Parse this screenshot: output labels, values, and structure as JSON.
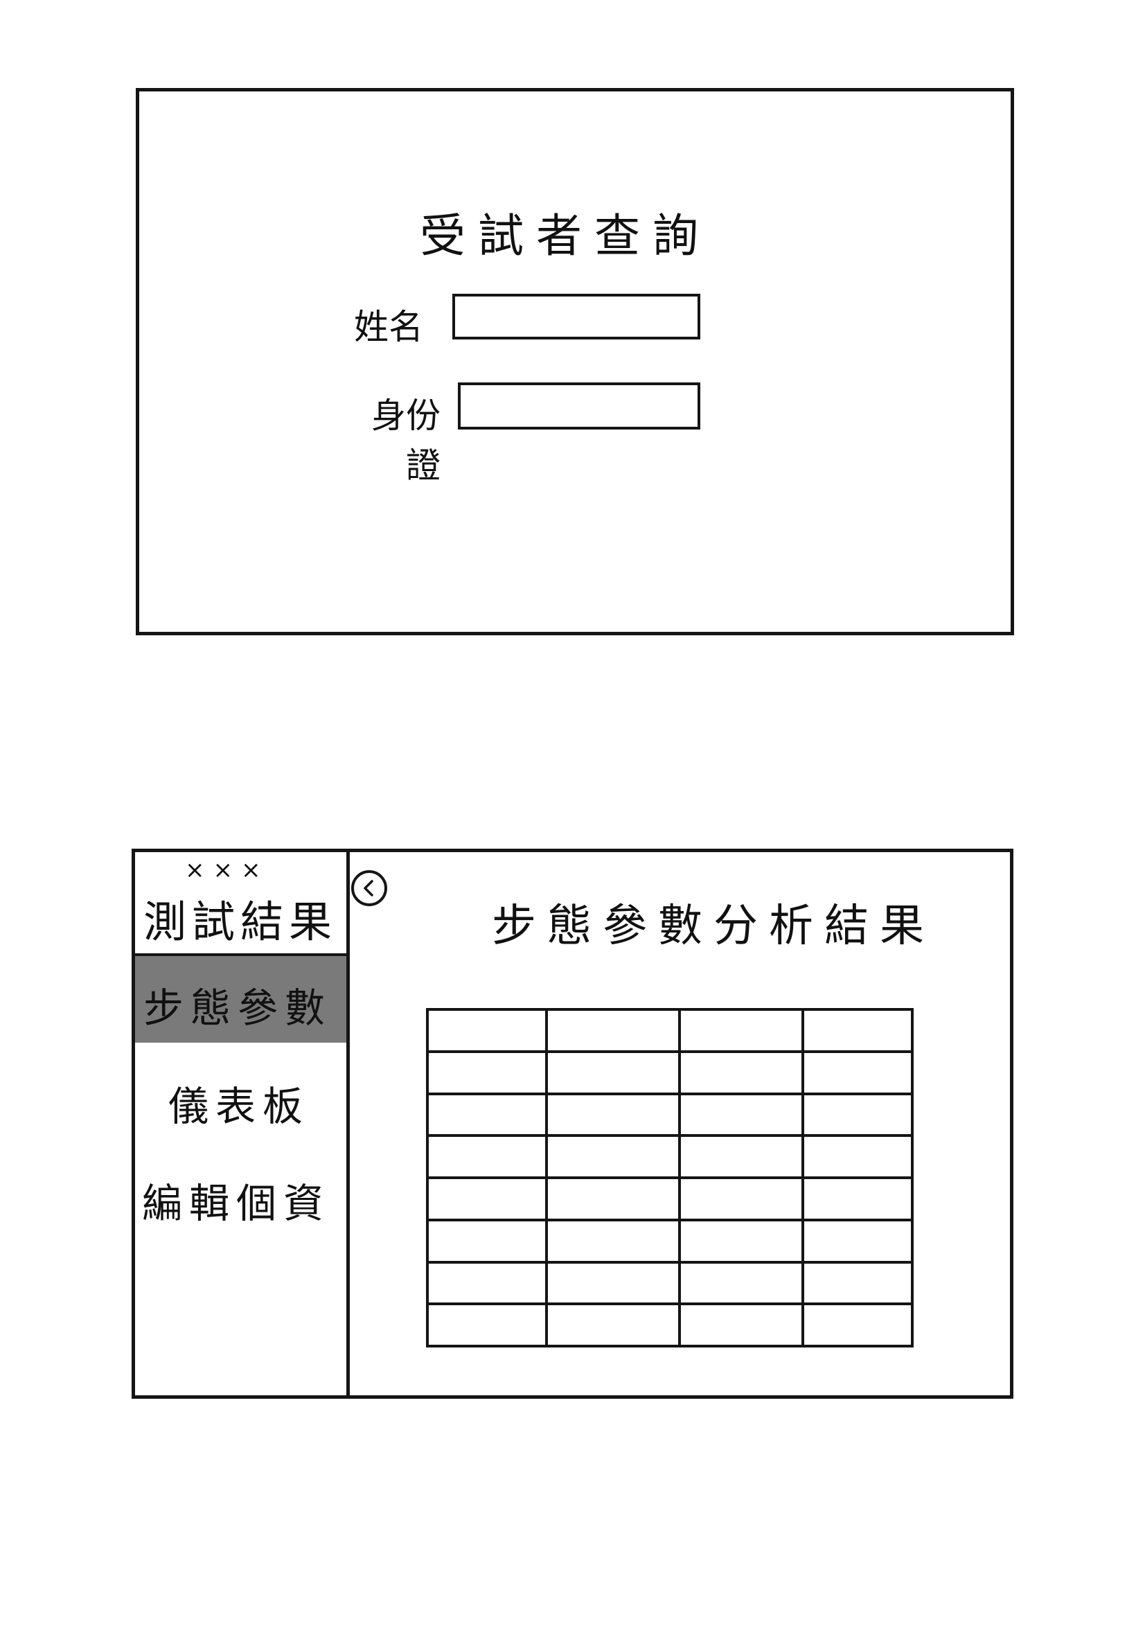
{
  "search_screen": {
    "title": "受試者查詢",
    "name_label": "姓名",
    "name_value": "",
    "id_label": "身份證",
    "id_value": ""
  },
  "results_screen": {
    "user_name": "×××",
    "sidebar_title": "測試結果",
    "nav": {
      "gait": "步態參數",
      "dashboard": "儀表板",
      "profile": "編輯個資"
    },
    "collapse_icon": "chevron-left-icon",
    "main_title": "步態參數分析結果",
    "table": {
      "rows": 8,
      "columns": 4,
      "cells": [
        [
          "",
          "",
          "",
          ""
        ],
        [
          "",
          "",
          "",
          ""
        ],
        [
          "",
          "",
          "",
          ""
        ],
        [
          "",
          "",
          "",
          ""
        ],
        [
          "",
          "",
          "",
          ""
        ],
        [
          "",
          "",
          "",
          ""
        ],
        [
          "",
          "",
          "",
          ""
        ],
        [
          "",
          "",
          "",
          ""
        ]
      ]
    }
  },
  "colors": {
    "line": "#151515",
    "active_nav": "#7a7a7a",
    "background": "#ffffff"
  }
}
